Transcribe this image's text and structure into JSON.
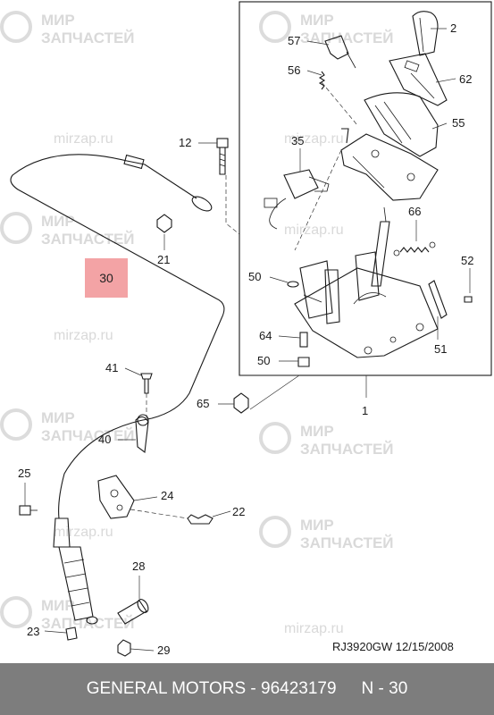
{
  "callouts": [
    "57",
    "2",
    "56",
    "62",
    "55",
    "12",
    "35",
    "66",
    "21",
    "52",
    "50",
    "64",
    "51",
    "50",
    "41",
    "65",
    "1",
    "40",
    "25",
    "24",
    "22",
    "28",
    "23",
    "29"
  ],
  "highlight": {
    "label": "30"
  },
  "doc_code": "RJ3920GW  12/15/2008",
  "watermark": {
    "brand_line1": "МИР",
    "brand_line2": "ЗАПЧАСТЕЙ",
    "site": "mirzap.ru"
  },
  "footer": {
    "maker": "GENERAL MOTORS - 96423179",
    "ref": "N - 30"
  }
}
